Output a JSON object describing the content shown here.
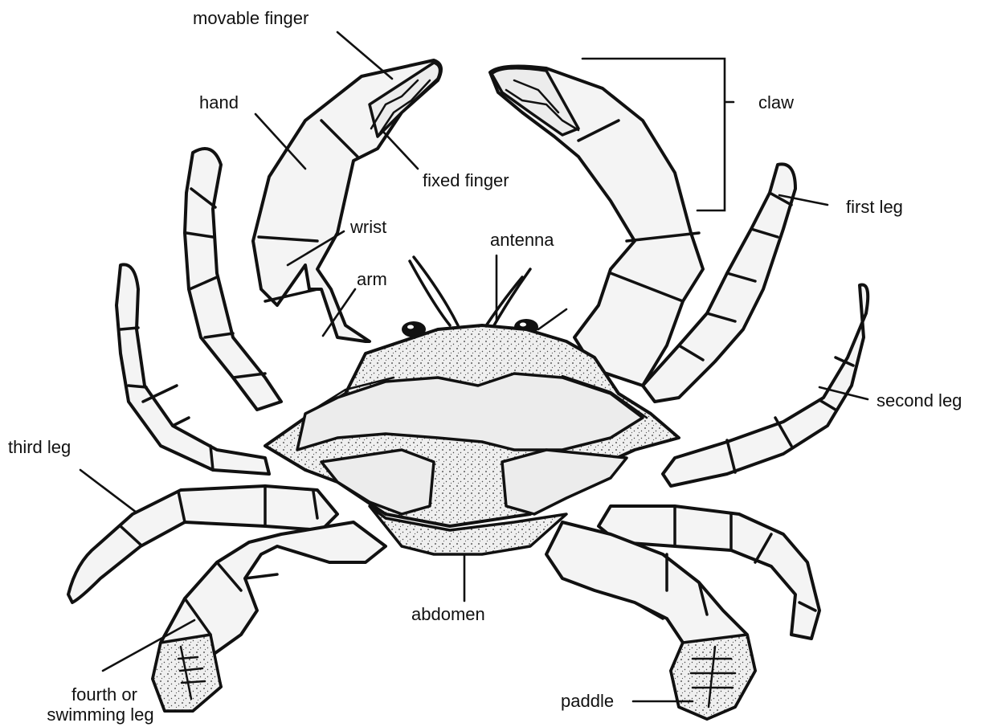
{
  "labels": {
    "movable_finger": "movable finger",
    "hand": "hand",
    "fixed_finger": "fixed finger",
    "wrist": "wrist",
    "arm": "arm",
    "antenna": "antenna",
    "claw": "claw",
    "first_leg": "first leg",
    "second_leg": "second leg",
    "third_leg": "third leg",
    "fourth_leg_line1": "fourth or",
    "fourth_leg_line2": "swimming leg",
    "abdomen": "abdomen",
    "paddle": "paddle"
  },
  "colors": {
    "ink": "#111111",
    "fill": "#f4f4f4",
    "background": "#ffffff"
  }
}
